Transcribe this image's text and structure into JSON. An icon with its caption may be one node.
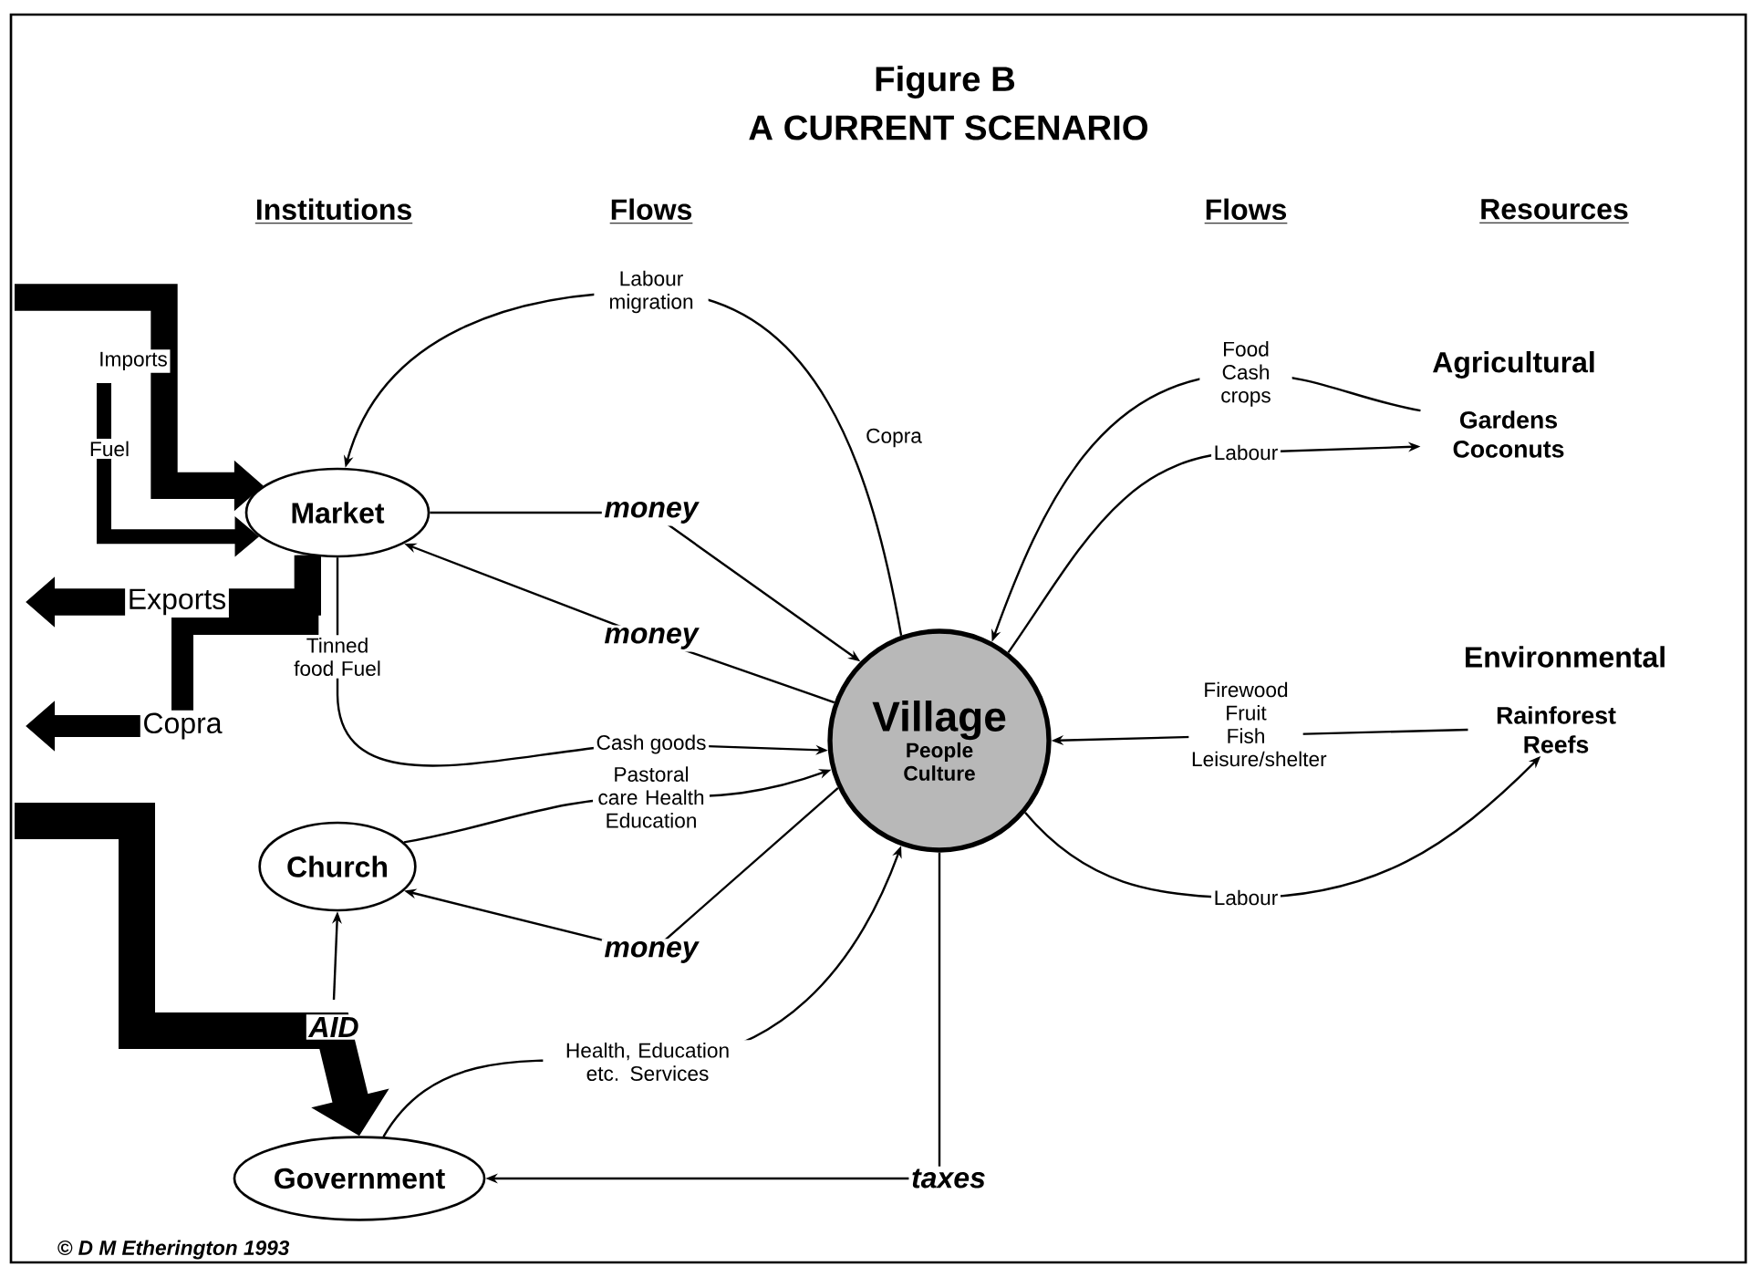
{
  "diagram": {
    "title": "Figure B",
    "nodes": [
      {
        "text": [
          "Market"
        ]
      },
      {
        "text": [
          "Church"
        ]
      },
      {
        "text": [
          "Government"
        ]
      },
      {
        "text": [
          "Village",
          "People Culture"
        ]
      },
      {
        "text": [
          "Gardens Coconuts"
        ]
      },
      {
        "text": [
          "Rainforest Reefs"
        ]
      }
    ],
    "edges": [
      {
        "from": 3,
        "to": 0,
        "arrow": "to",
        "label": "Labour migration"
      },
      {
        "from": 0,
        "to": 3,
        "arrow": "to",
        "label": "money"
      },
      {
        "from": 3,
        "to": 0,
        "arrow": "to",
        "label": "money"
      },
      {
        "from": 0,
        "to": 3,
        "arrow": "to",
        "label": "Cash goods"
      },
      {
        "from": 1,
        "to": 3,
        "arrow": "to",
        "label": "Pastoral care Health Education"
      },
      {
        "from": 3,
        "to": 1,
        "arrow": "to",
        "label": "money"
      },
      {
        "from": 2,
        "to": 3,
        "arrow": "to",
        "label": "Health, Education etc. Services"
      },
      {
        "from": 3,
        "to": 2,
        "arrow": "to",
        "label": "taxes"
      },
      {
        "from": 4,
        "to": 3,
        "arrow": "to",
        "label": "Food Cash crops"
      },
      {
        "from": 3,
        "to": 4,
        "arrow": "to",
        "label": "Labour"
      },
      {
        "from": 5,
        "to": 3,
        "arrow": "to",
        "label": "Firewood Fruit Fish Leisure/shelter"
      },
      {
        "from": 3,
        "to": 5,
        "arrow": "to",
        "label": "Labour"
      },
      {
        "from": null,
        "to": 0,
        "arrow": "to",
        "label": "Imports",
        "style": "thick"
      },
      {
        "from": null,
        "to": 0,
        "arrow": "to",
        "label": "Fuel",
        "style": "thick"
      },
      {
        "from": 0,
        "to": null,
        "arrow": "to",
        "label": "Exports",
        "style": "thick"
      },
      {
        "from": 0,
        "to": null,
        "arrow": "to",
        "label": "Copra",
        "style": "thick"
      },
      {
        "from": null,
        "to": 2,
        "arrow": "to",
        "label": "AID",
        "style": "thick"
      },
      {
        "from": null,
        "to": 1,
        "arrow": "to"
      }
    ],
    "labels": [
      "A CURRENT SCENARIO",
      "Institutions",
      "Flows",
      "Flows",
      "Resources",
      "Agricultural",
      "Copra",
      "Tinned food Fuel",
      "Environmental",
      "© D M Etherington 1993"
    ]
  }
}
